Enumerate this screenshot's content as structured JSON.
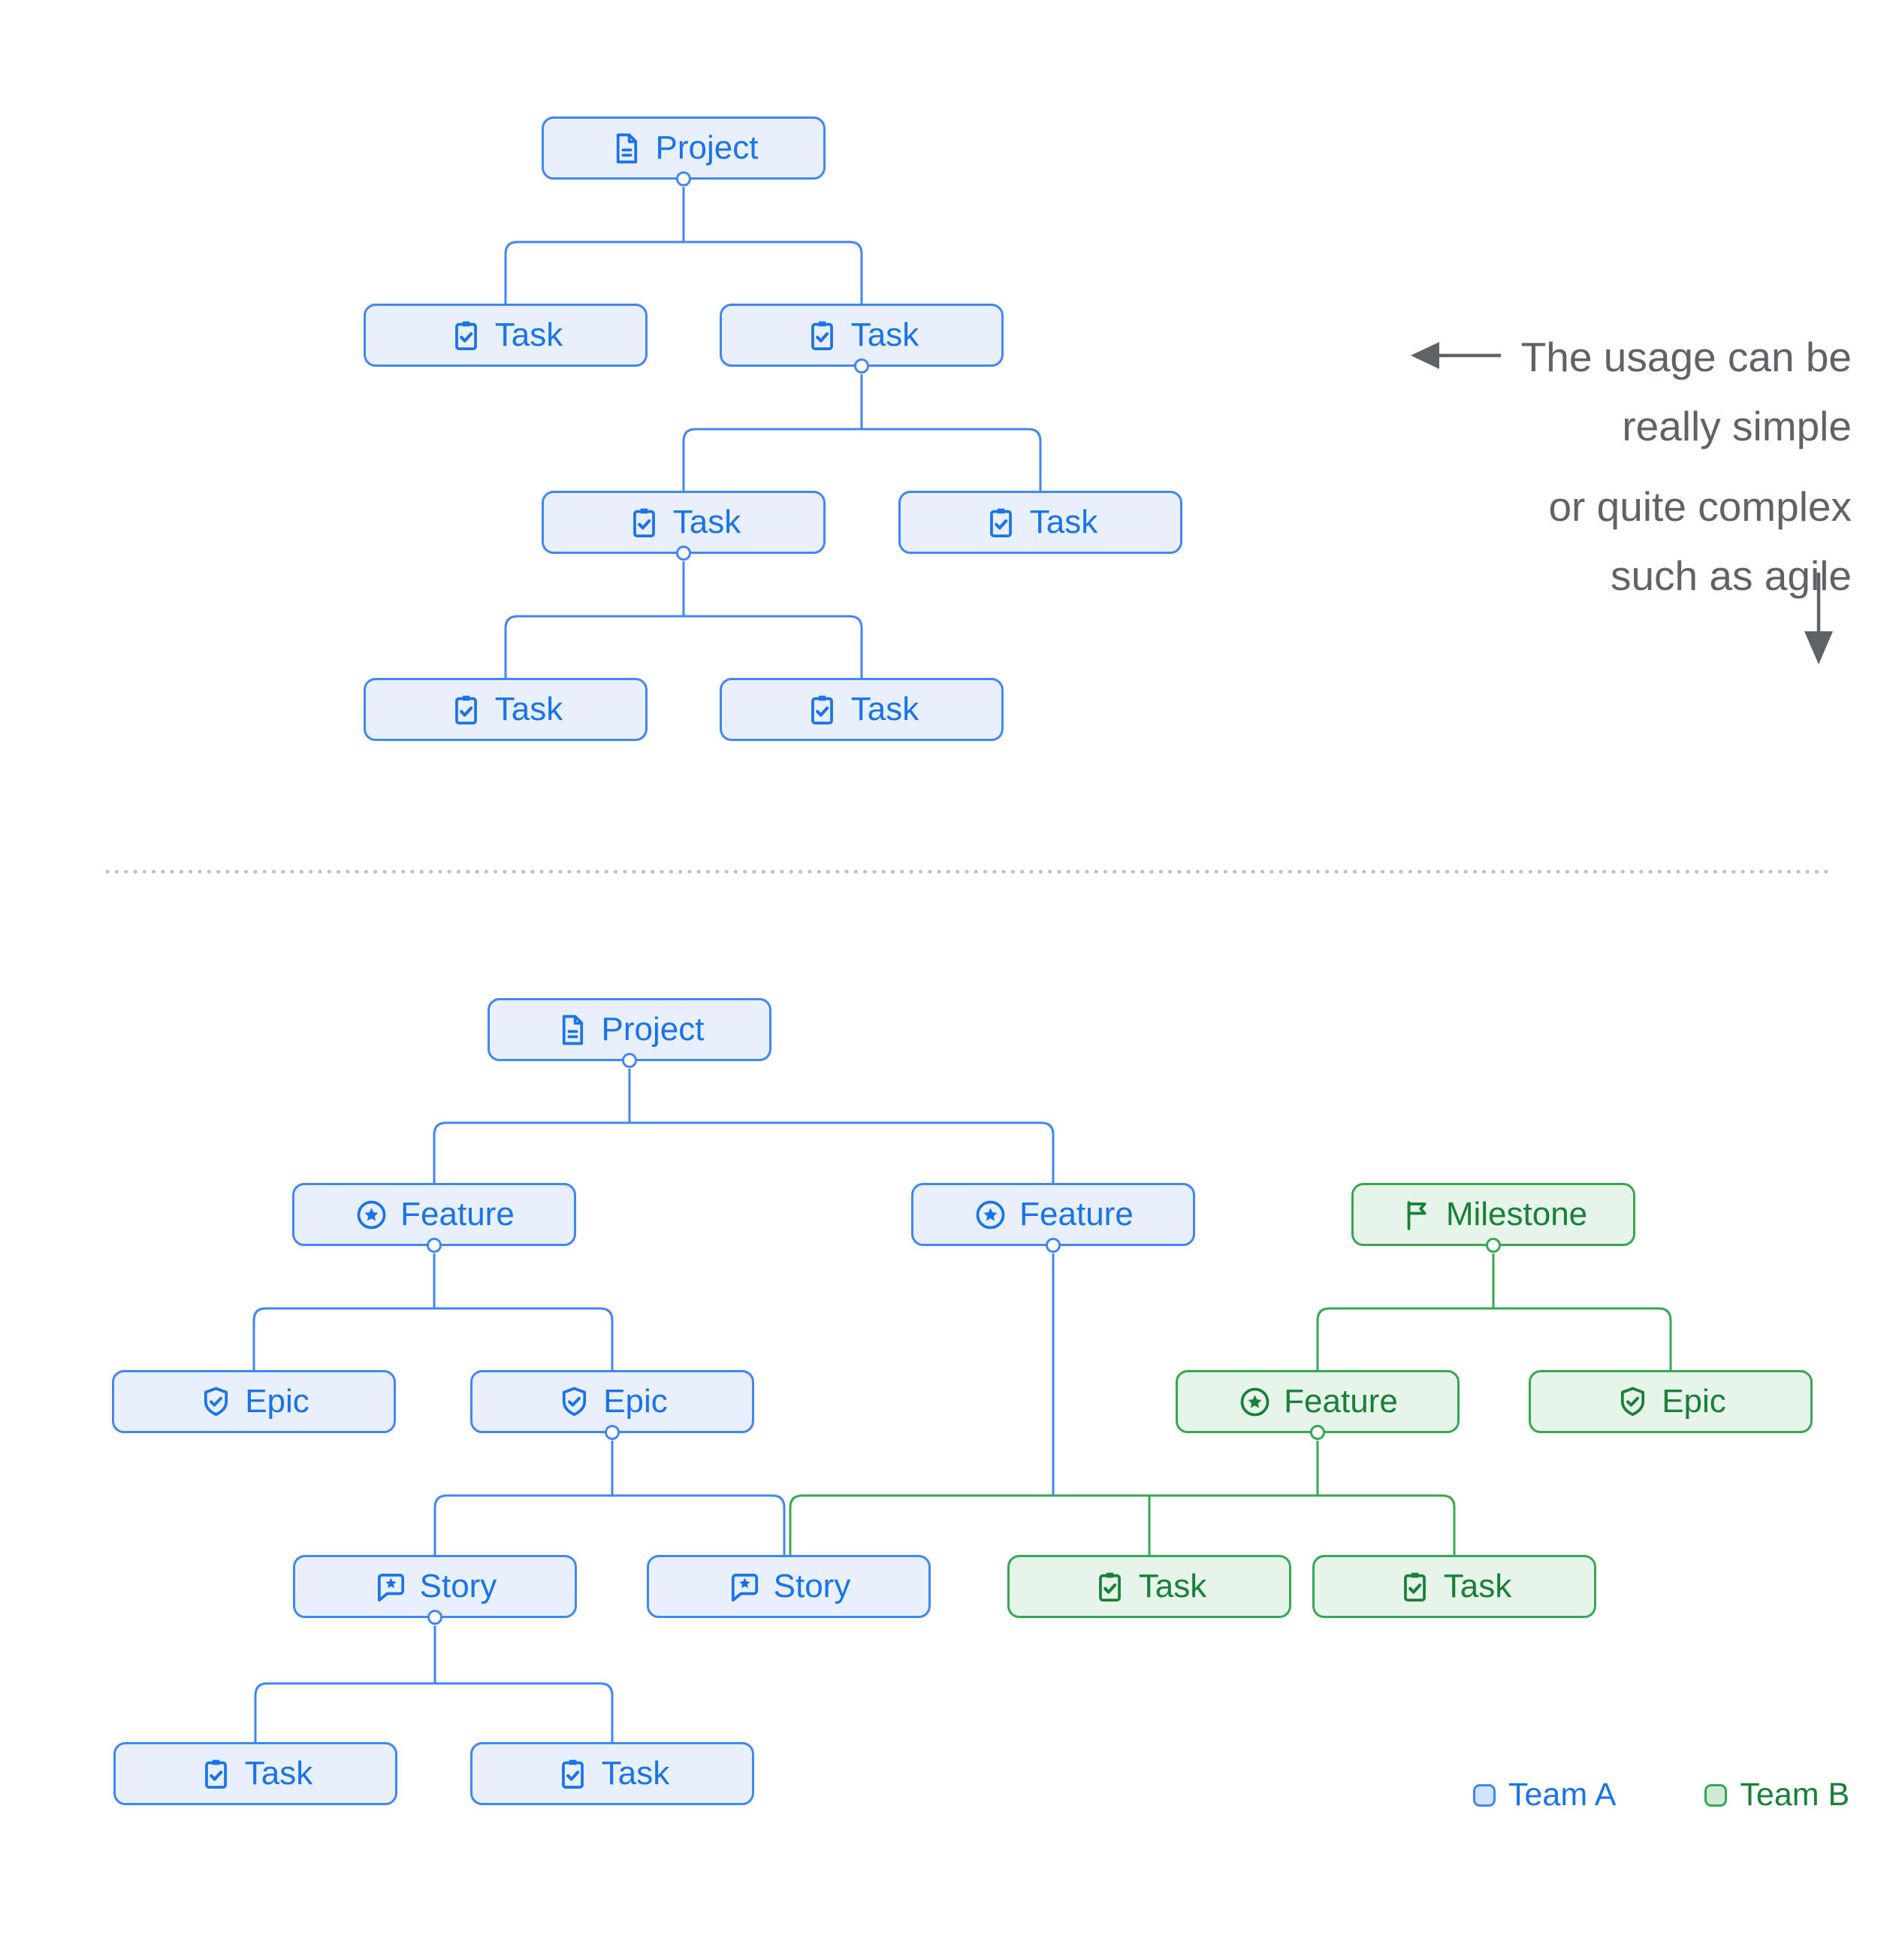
{
  "labels": {
    "project": "Project",
    "task": "Task",
    "feature": "Feature",
    "epic": "Epic",
    "story": "Story",
    "milestone": "Milestone"
  },
  "annotation": {
    "line1": "The usage can be",
    "line2": "really simple",
    "line3": "or quite complex",
    "line4": "such as agile"
  },
  "legend": {
    "team_a": "Team A",
    "team_b": "Team B"
  },
  "colors": {
    "team_a_border": "#4285f4",
    "team_a_fill": "#e8f0fe",
    "team_a_text": "#1a73e8",
    "team_b_border": "#34a853",
    "team_b_fill": "#e6f4ea",
    "team_b_text": "#188038",
    "annotation_text": "#5f6368",
    "divider_dots": "#bdc1c6"
  },
  "trees": {
    "simple": {
      "type": "project",
      "team": "A",
      "children": [
        {
          "type": "task",
          "team": "A"
        },
        {
          "type": "task",
          "team": "A",
          "children": [
            {
              "type": "task",
              "team": "A",
              "children": [
                {
                  "type": "task",
                  "team": "A"
                },
                {
                  "type": "task",
                  "team": "A"
                }
              ]
            },
            {
              "type": "task",
              "team": "A"
            }
          ]
        }
      ]
    },
    "complex": {
      "roots": [
        {
          "type": "project",
          "team": "A",
          "children": [
            {
              "type": "feature",
              "team": "A",
              "children": [
                {
                  "type": "epic",
                  "team": "A"
                },
                {
                  "type": "epic",
                  "team": "A",
                  "children": [
                    {
                      "type": "story",
                      "team": "A",
                      "children": [
                        {
                          "type": "task",
                          "team": "A"
                        },
                        {
                          "type": "task",
                          "team": "A"
                        }
                      ]
                    },
                    {
                      "type": "story",
                      "team": "A",
                      "shared_with_team_b_rail": true
                    }
                  ]
                }
              ]
            },
            {
              "type": "feature",
              "team": "A",
              "connects_to": "shared rail with Team B feature children"
            }
          ]
        },
        {
          "type": "milestone",
          "team": "B",
          "children": [
            {
              "type": "feature",
              "team": "B",
              "children": [
                {
                  "type": "story",
                  "team": "A",
                  "shared": true
                },
                {
                  "type": "task",
                  "team": "B"
                },
                {
                  "type": "task",
                  "team": "B"
                }
              ]
            },
            {
              "type": "epic",
              "team": "B"
            }
          ]
        }
      ]
    }
  }
}
